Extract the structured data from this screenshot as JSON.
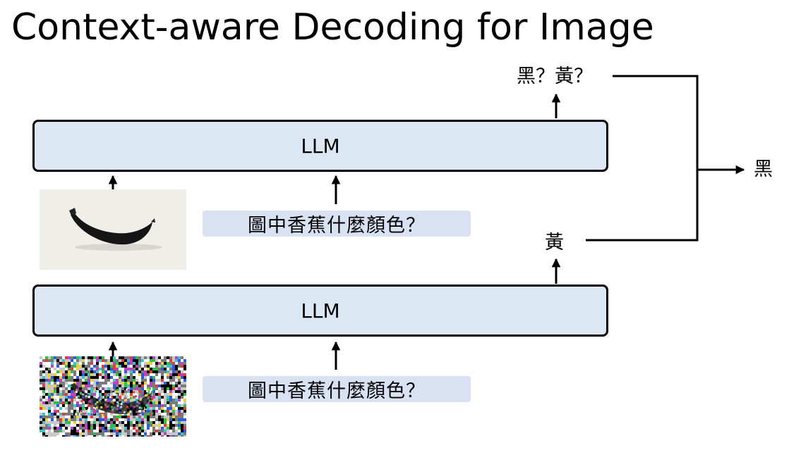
{
  "title": "Context-aware Decoding for Image",
  "upper": {
    "model_label": "LLM",
    "prompt": "圖中香蕉什麼顏色？",
    "output": "黑？黃？"
  },
  "lower": {
    "model_label": "LLM",
    "prompt": "圖中香蕉什麼顏色？",
    "output": "黃"
  },
  "final_output": "黑",
  "colors": {
    "llm_fill": "#dce7f4",
    "prompt_fill": "#d9e2f3",
    "stroke": "#000000",
    "photo_bg": "#efeee9"
  }
}
